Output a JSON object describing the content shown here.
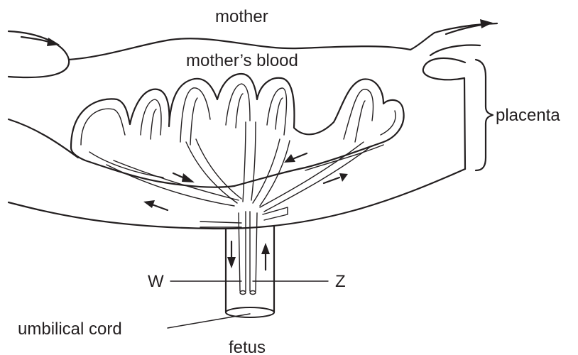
{
  "labels": {
    "mother": "mother",
    "mothers_blood": "mother’s blood",
    "placenta": "placenta",
    "vessel_w": "W",
    "vessel_z": "Z",
    "umbilical_cord": "umbilical cord",
    "fetus": "fetus"
  }
}
